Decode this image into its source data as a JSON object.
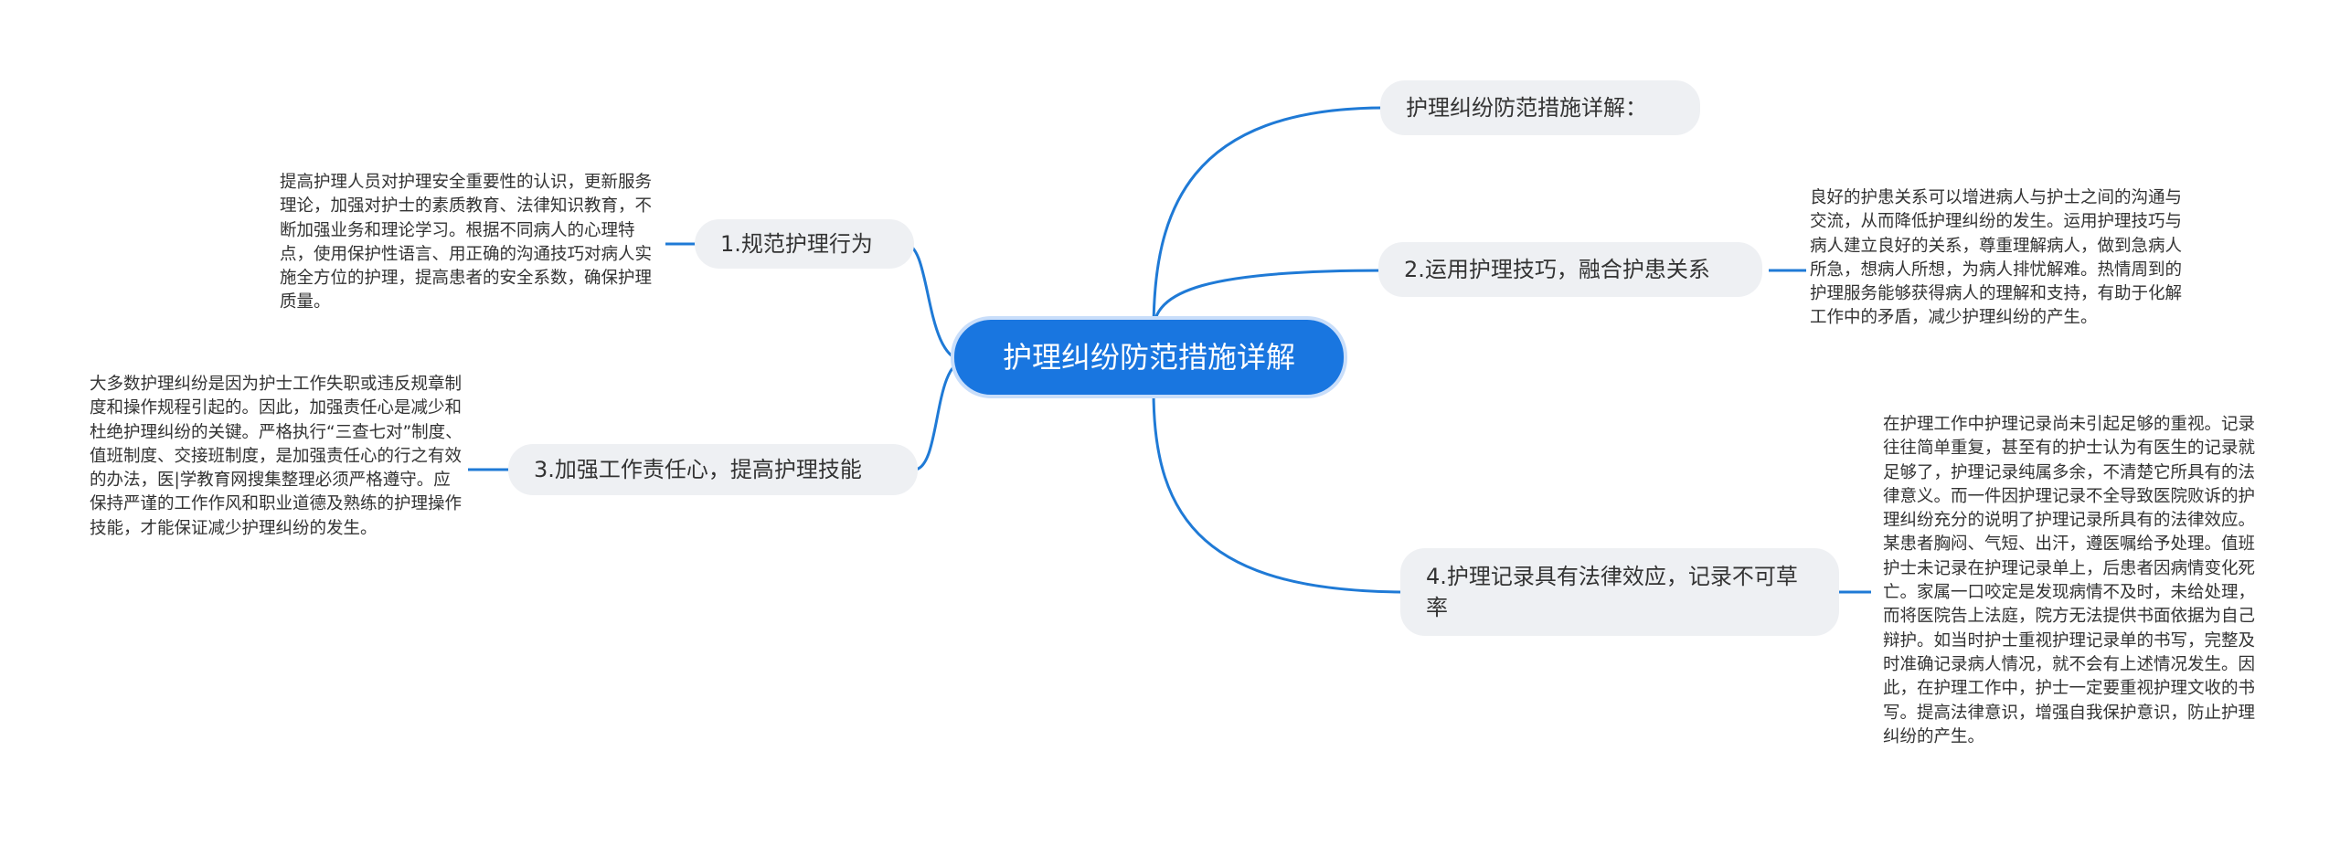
{
  "root": {
    "label": "护理纠纷防范措施详解"
  },
  "branches": [
    {
      "label": "护理纠纷防范措施详解："
    },
    {
      "label": "1.规范护理行为",
      "note": "提高护理人员对护理安全重要性的认识，更新服务理论，加强对护士的素质教育、法律知识教育，不断加强业务和理论学习。根据不同病人的心理特点，使用保护性语言、用正确的沟通技巧对病人实施全方位的护理，提高患者的安全系数，确保护理质量。"
    },
    {
      "label": "2.运用护理技巧，融合护患关系",
      "note": "良好的护患关系可以增进病人与护士之间的沟通与交流，从而降低护理纠纷的发生。运用护理技巧与病人建立良好的关系，尊重理解病人，做到急病人所急，想病人所想，为病人排忧解难。热情周到的护理服务能够获得病人的理解和支持，有助于化解工作中的矛盾，减少护理纠纷的产生。"
    },
    {
      "label": "3.加强工作责任心，提高护理技能",
      "note": "大多数护理纠纷是因为护士工作失职或违反规章制度和操作规程引起的。因此，加强责任心是减少和杜绝护理纠纷的关键。严格执行“三查七对”制度、值班制度、交接班制度，是加强责任心的行之有效的办法，医|学教育网搜集整理必须严格遵守。应保持严谨的工作作风和职业道德及熟练的护理操作技能，才能保证减少护理纠纷的发生。"
    },
    {
      "label": "4.护理记录具有法律效应，记录不可草率",
      "note": "在护理工作中护理记录尚未引起足够的重视。记录往往简单重复，甚至有的护士认为有医生的记录就足够了，护理记录纯属多余，不清楚它所具有的法律意义。而一件因护理记录不全导致医院败诉的护理纠纷充分的说明了护理记录所具有的法律效应。某患者胸闷、气短、出汗，遵医嘱给予处理。值班护士未记录在护理记录单上，后患者因病情变化死亡。家属一口咬定是发现病情不及时，未给处理，而将医院告上法庭，院方无法提供书面依据为自己辩护。如当时护士重视护理记录单的书写，完整及时准确记录病人情况，就不会有上述情况发生。因此，在护理工作中，护士一定要重视护理文收的书写。提高法律意识，增强自我保护意识，防止护理纠纷的产生。"
    }
  ],
  "colors": {
    "accent": "#1976e0",
    "link": "#1f7ad6",
    "node_bg": "#eef0f3"
  }
}
